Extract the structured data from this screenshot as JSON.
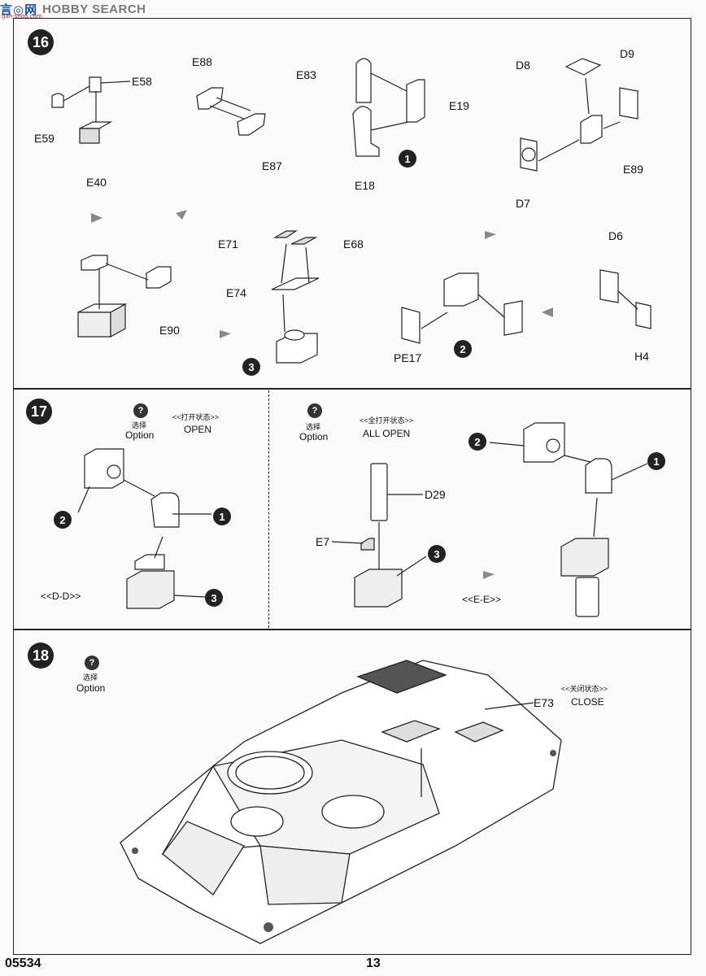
{
  "watermark": {
    "logo": "言◎网",
    "site": "gan-shou.com",
    "text": "HOBBY SEARCH"
  },
  "steps": {
    "s16": {
      "number": "16",
      "parts": [
        "E58",
        "E59",
        "E40",
        "E88",
        "E87",
        "E83",
        "E19",
        "E18",
        "D8",
        "D9",
        "E89",
        "D7",
        "E71",
        "E68",
        "E74",
        "E90",
        "D6",
        "PE17",
        "H4"
      ],
      "subassemblies": [
        "1",
        "2",
        "3"
      ]
    },
    "s17": {
      "number": "17",
      "left": {
        "option_mark": "?",
        "option_cn": "选择",
        "option": "Option",
        "state_cn": "<<打开状态>>",
        "state": "OPEN",
        "view": "<<D-D>>"
      },
      "right": {
        "option_mark": "?",
        "option_cn": "选择",
        "option": "Option",
        "state_cn": "<<全打开状态>>",
        "state": "ALL OPEN",
        "view": "<<E-E>>",
        "parts": [
          "D29",
          "E7"
        ]
      },
      "subassemblies": [
        "1",
        "2",
        "3"
      ]
    },
    "s18": {
      "number": "18",
      "option_mark": "?",
      "option_cn": "选择",
      "option": "Option",
      "state_cn": "<<关闭状态>>",
      "state": "CLOSE",
      "parts": [
        "E73"
      ]
    }
  },
  "footer": {
    "code": "05534",
    "page": "13"
  }
}
